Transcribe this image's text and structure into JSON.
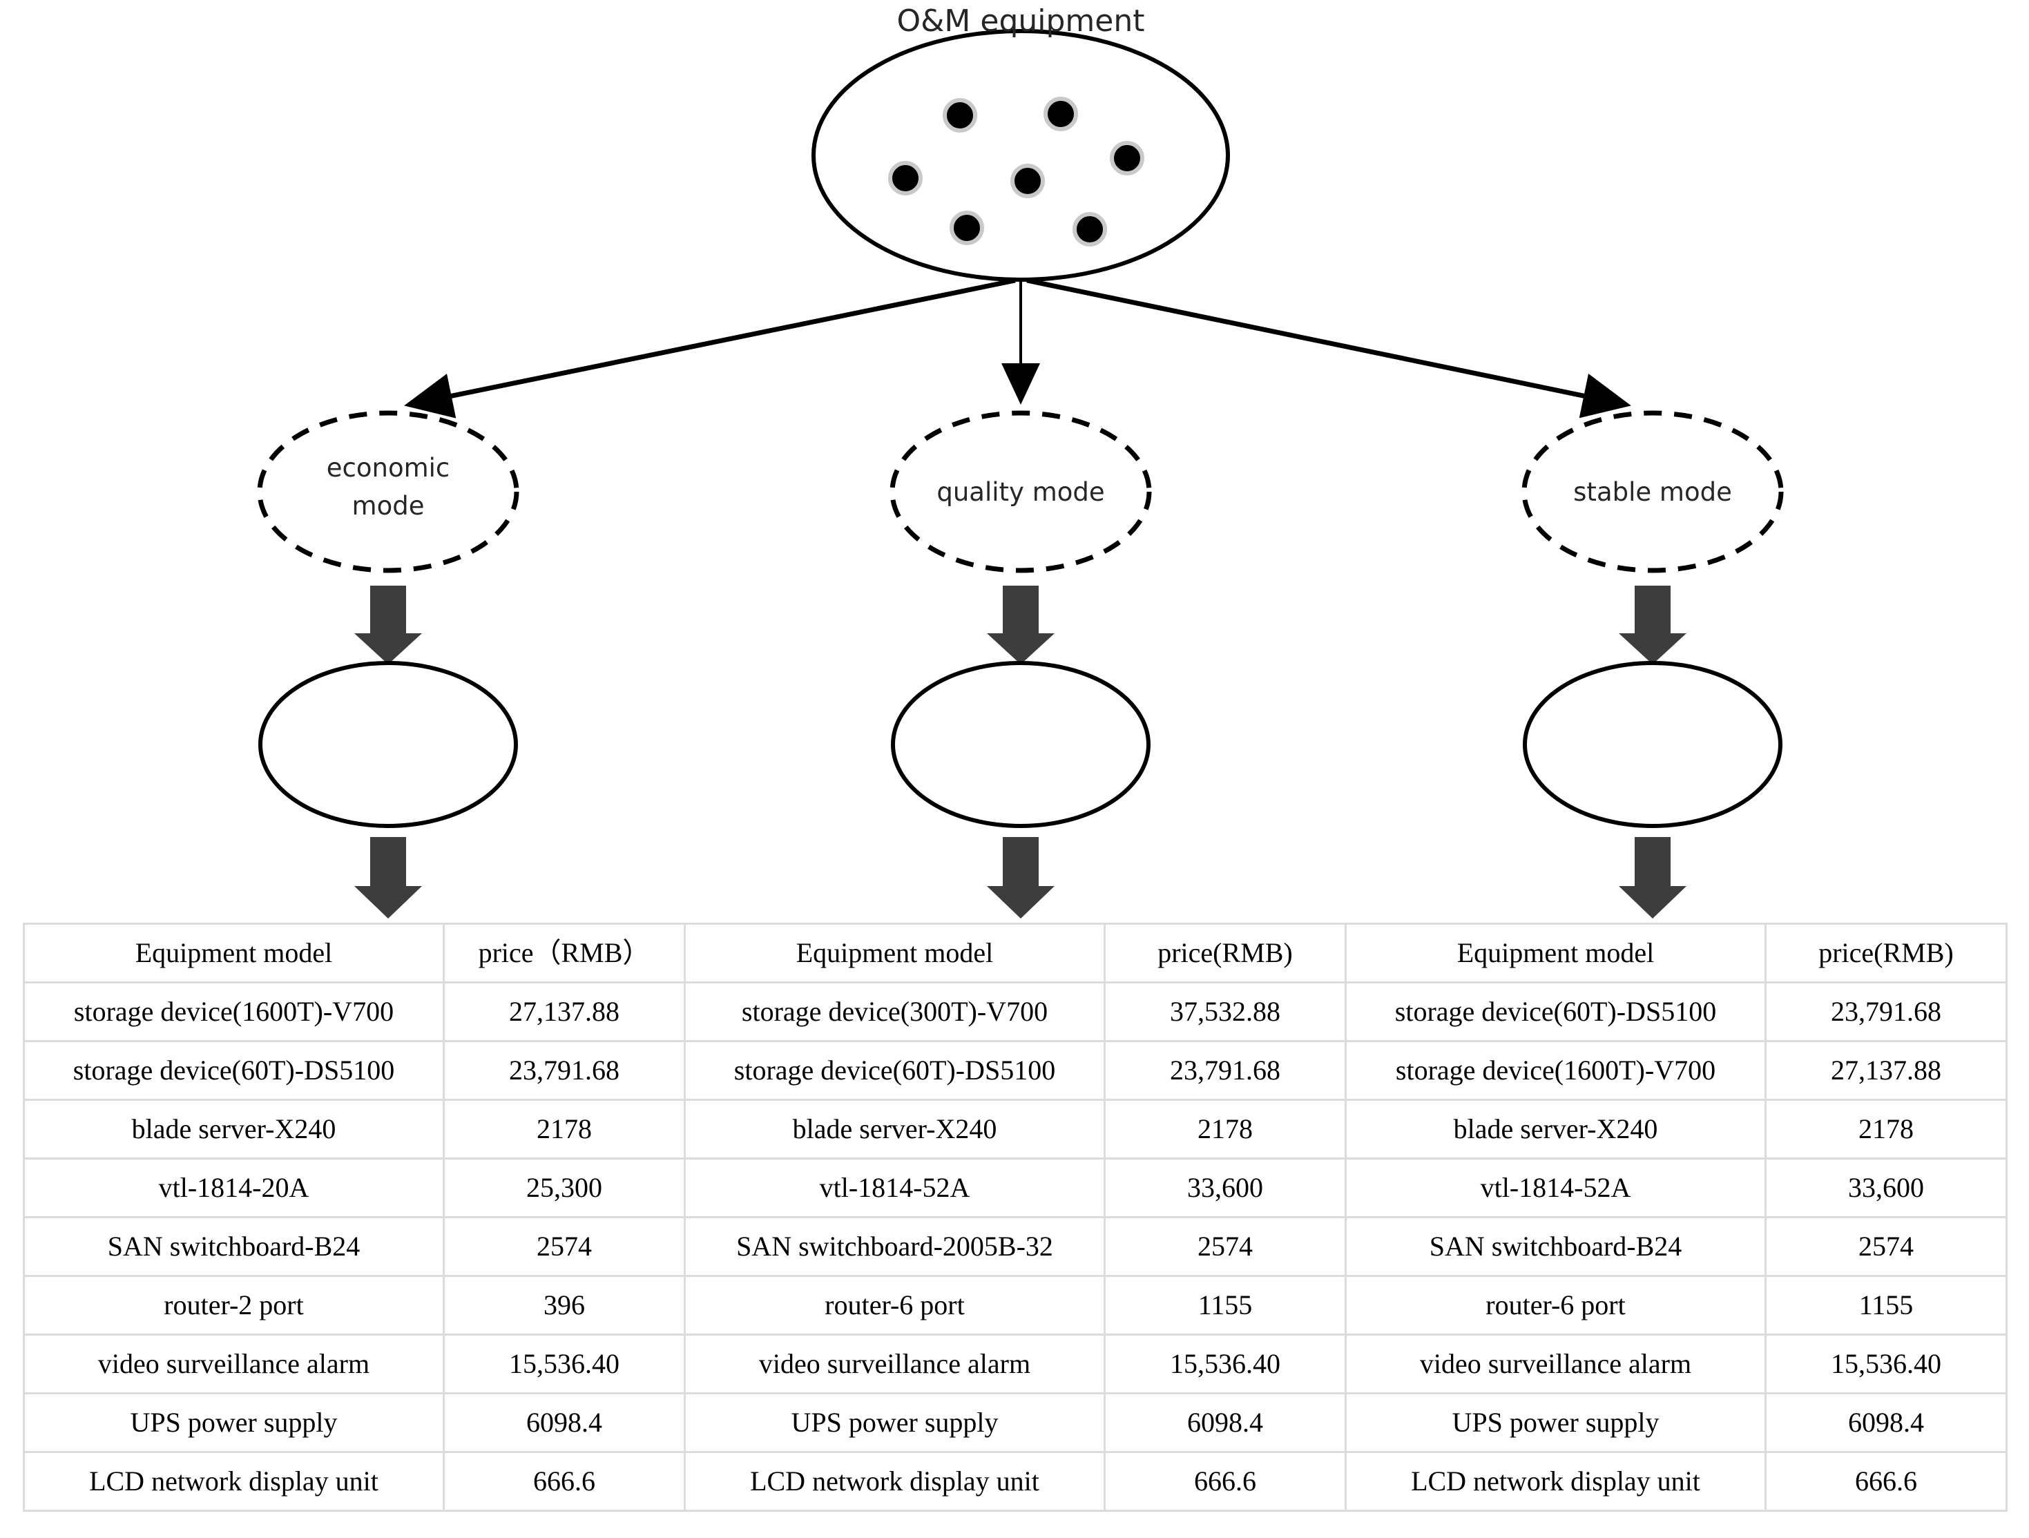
{
  "title": {
    "text": "O&M equipment"
  },
  "source_node": {
    "label": "O&M equipment",
    "dot_count": 7,
    "dot_color": "#000000",
    "dot_outline_color": "#c9c9c9"
  },
  "modes": [
    {
      "id": "economic",
      "label_line1": "economic",
      "label_line2": "mode",
      "label": "economic mode"
    },
    {
      "id": "quality",
      "label_line1": "quality mode",
      "label_line2": "",
      "label": "quality mode"
    },
    {
      "id": "stable",
      "label_line1": "stable mode",
      "label_line2": "",
      "label": "stable mode"
    }
  ],
  "process_nodes": [
    {
      "id": "economic-process",
      "label": ""
    },
    {
      "id": "quality-process",
      "label": ""
    },
    {
      "id": "stable-process",
      "label": ""
    }
  ],
  "colors": {
    "stroke": "#000000",
    "arrow_block": "#3d3d3d",
    "table_border": "#dcdcdc",
    "text": "#000000",
    "title_text": "#262626"
  },
  "tables": [
    {
      "id": "economic-table",
      "headers": [
        "Equipment model",
        "price（RMB）"
      ],
      "rows": [
        [
          "storage device(1600T)-V700",
          "27,137.88"
        ],
        [
          "storage device(60T)-DS5100",
          "23,791.68"
        ],
        [
          "blade server-X240",
          "2178"
        ],
        [
          "vtl-1814-20A",
          "25,300"
        ],
        [
          "SAN switchboard-B24",
          "2574"
        ],
        [
          "router-2 port",
          "396"
        ],
        [
          "video surveillance alarm",
          "15,536.40"
        ],
        [
          "UPS power supply",
          "6098.4"
        ],
        [
          "LCD network display unit",
          "666.6"
        ]
      ]
    },
    {
      "id": "quality-table",
      "headers": [
        "Equipment model",
        "price(RMB)"
      ],
      "rows": [
        [
          "storage device(300T)-V700",
          "37,532.88"
        ],
        [
          "storage device(60T)-DS5100",
          "23,791.68"
        ],
        [
          "blade server-X240",
          "2178"
        ],
        [
          "vtl-1814-52A",
          "33,600"
        ],
        [
          "SAN switchboard-2005B-32",
          "2574"
        ],
        [
          "router-6 port",
          "1155"
        ],
        [
          "video surveillance alarm",
          "15,536.40"
        ],
        [
          "UPS power supply",
          "6098.4"
        ],
        [
          "LCD network display unit",
          "666.6"
        ]
      ]
    },
    {
      "id": "stable-table",
      "headers": [
        "Equipment model",
        "price(RMB)"
      ],
      "rows": [
        [
          "storage device(60T)-DS5100",
          "23,791.68"
        ],
        [
          "storage device(1600T)-V700",
          "27,137.88"
        ],
        [
          "blade server-X240",
          "2178"
        ],
        [
          "vtl-1814-52A",
          "33,600"
        ],
        [
          "SAN switchboard-B24",
          "2574"
        ],
        [
          "router-6 port",
          "1155"
        ],
        [
          "video surveillance alarm",
          "15,536.40"
        ],
        [
          "UPS power supply",
          "6098.4"
        ],
        [
          "LCD network display unit",
          "666.6"
        ]
      ]
    }
  ]
}
